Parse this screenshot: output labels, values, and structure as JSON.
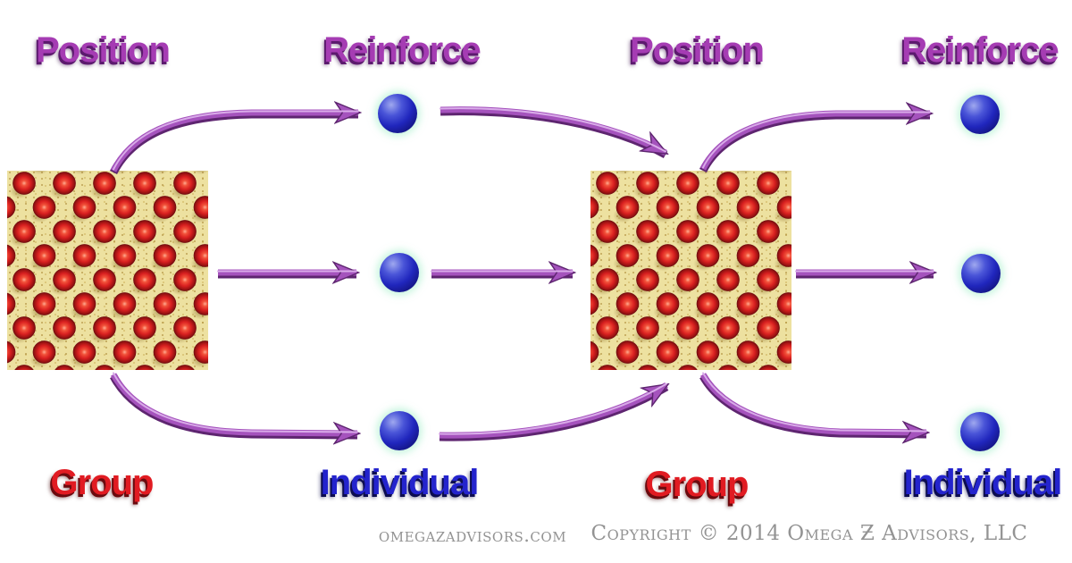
{
  "diagram": {
    "cycles": [
      {
        "position_label": "Position",
        "reinforce_label": "Reinforce",
        "group_label": "Group",
        "individual_label": "Individual"
      },
      {
        "position_label": "Position",
        "reinforce_label": "Reinforce",
        "group_label": "Group",
        "individual_label": "Individual"
      }
    ],
    "nodes": [
      "group-grid-1",
      "group-grid-2",
      "individual-sphere-top-1",
      "individual-sphere-middle-1",
      "individual-sphere-bottom-1",
      "individual-sphere-top-2",
      "individual-sphere-middle-2",
      "individual-sphere-bottom-2"
    ],
    "flow": [
      "group-grid-1 → individual-sphere-top-1",
      "individual-sphere-top-1 → group-grid-2",
      "group-grid-2 → individual-sphere-top-2",
      "group-grid-1 → individual-sphere-middle-1",
      "individual-sphere-middle-1 → group-grid-2",
      "group-grid-2 → individual-sphere-middle-2",
      "group-grid-1 → individual-sphere-bottom-1",
      "individual-sphere-bottom-1 → group-grid-2",
      "group-grid-2 → individual-sphere-bottom-2"
    ]
  },
  "footer": {
    "website": "omegazadvisors.com",
    "copyright": "Copyright © 2014 Omega Ƶ Advisors, LLC"
  },
  "colors": {
    "label_purple": "#a53cb3",
    "label_red": "#e11b22",
    "label_blue": "#2424cd",
    "arrow_purple": "#a553bd",
    "grid_sand": "#ede1a0",
    "grid_sphere_red": "#d92020",
    "individual_sphere_blue": "#2026bd",
    "footer_gray": "#939393"
  }
}
